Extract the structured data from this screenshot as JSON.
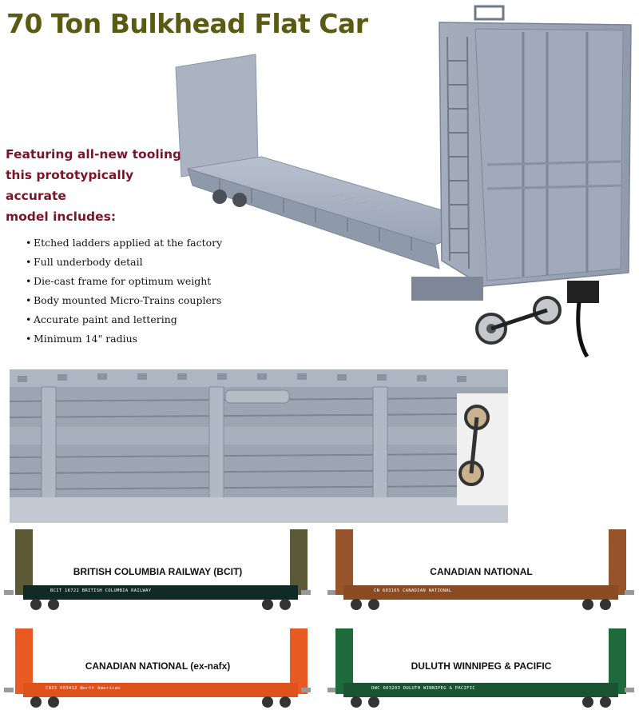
{
  "title": "70 Ton Bulkhead Flat Car",
  "intro": [
    "Featuring all-new tooling,",
    "this prototypically accurate",
    "model includes:"
  ],
  "bullet_symbol": "•",
  "features": [
    "Etched ladders applied at the factory",
    "Full underbody detail",
    "Die-cast frame for optimum weight",
    "Body mounted Micro-Trains couplers",
    "Accurate paint and lettering",
    "Minimum 14\" radius"
  ],
  "colors": {
    "title": "#5a5a12",
    "intro": "#7a1428",
    "model_gray": "#a7b1c0"
  },
  "cars": [
    {
      "label": "BRITISH COLUMBIA RAILWAY (BCIT)",
      "mark": "BCIT 16722    BRITISH  COLUMBIA  RAILWAY",
      "deck_color": "#0f2a24",
      "bulkhead_color": "#5c5a36"
    },
    {
      "label": "CANADIAN NATIONAL",
      "mark": "CN 603165  CANADIAN NATIONAL",
      "deck_color": "#8a4a22",
      "bulkhead_color": "#96542a"
    },
    {
      "label": "CANADIAN NATIONAL (ex-nafx)",
      "mark": "CNIS 603412    North American",
      "deck_color": "#e0521c",
      "bulkhead_color": "#e85a22"
    },
    {
      "label": "DULUTH WINNIPEG & PACIFIC",
      "mark": "DWC 603203      DULUTH WINNIPEG & PACIFIC",
      "deck_color": "#1a5433",
      "bulkhead_color": "#1e6a3a"
    }
  ]
}
